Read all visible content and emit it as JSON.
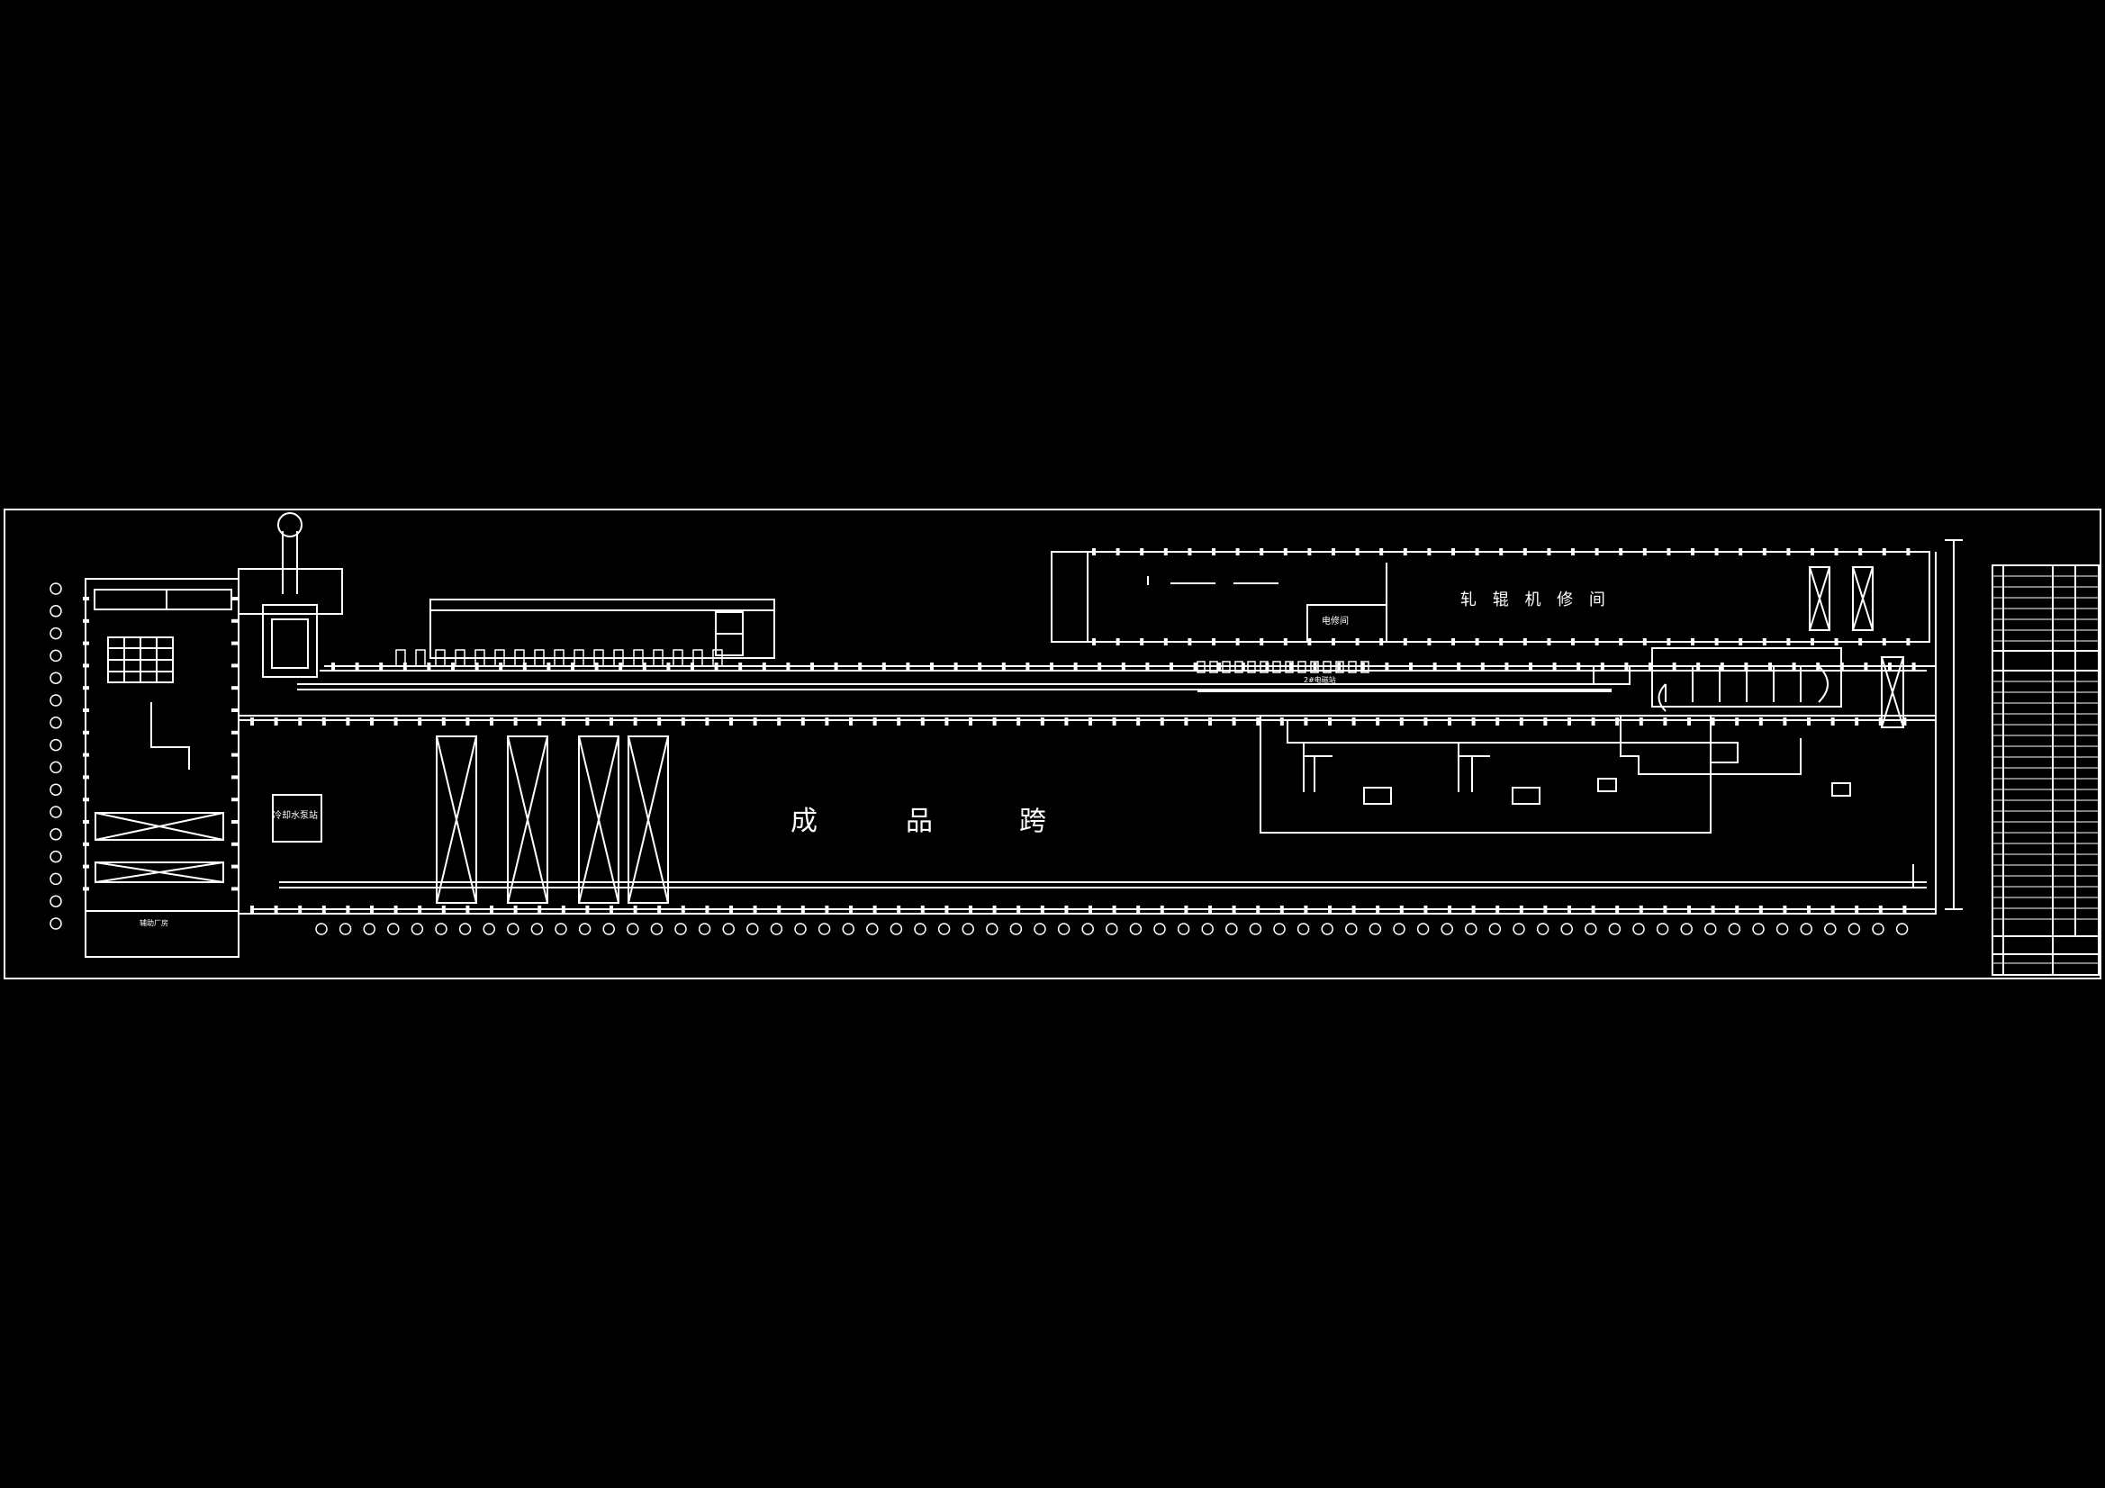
{
  "drawing": {
    "finished_product_bay": [
      "成",
      "品",
      "跨"
    ],
    "roll_shop": "轧 辊 机 修 间",
    "electrical_repair": "电修间",
    "cooling_pump_station": "冷却水泵站",
    "substation": "2#电磁站",
    "office_bay": "辅助厂房"
  },
  "colors": {
    "background": "#000000",
    "line": "#ffffff"
  }
}
